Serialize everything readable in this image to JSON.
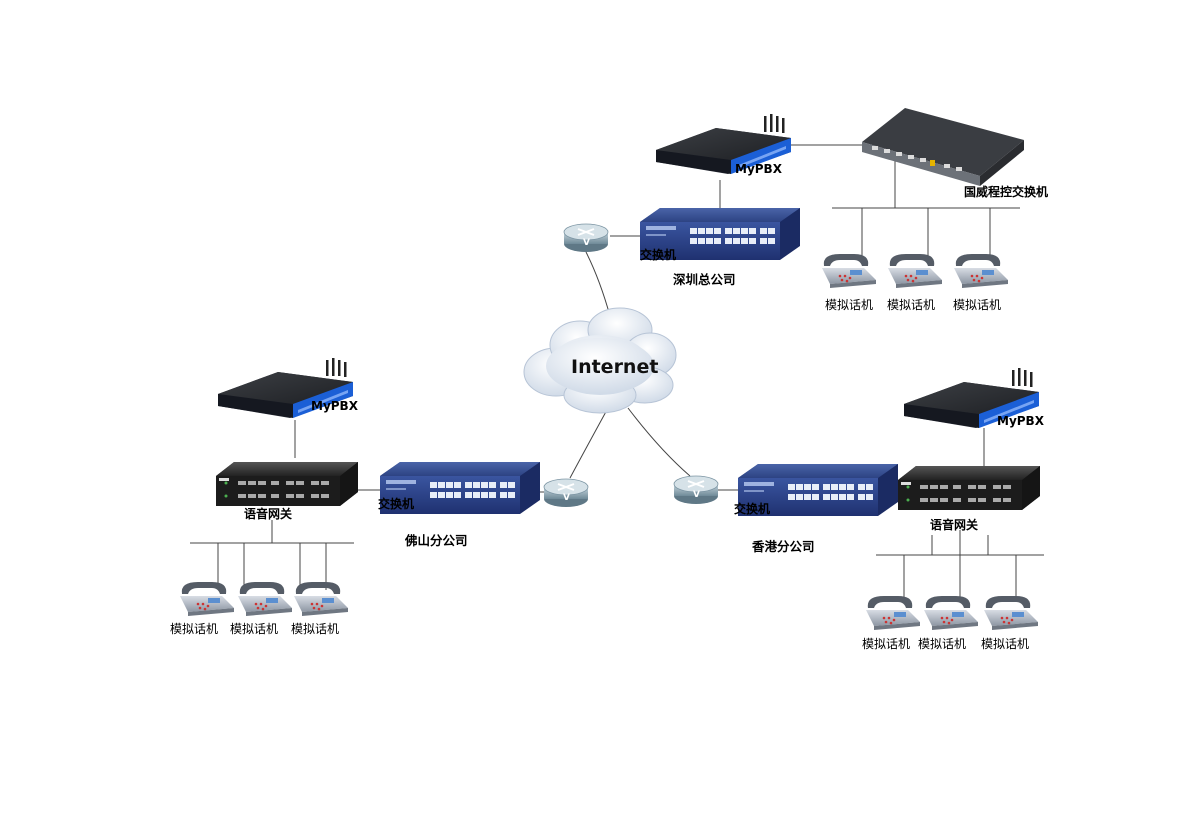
{
  "internet": {
    "label": "Internet"
  },
  "shenzhen": {
    "site_label": "深圳总公司",
    "switch_label": "交换机",
    "mypbx_label": "MyPBX",
    "pbx_label": "国威程控交换机",
    "phone_labels": [
      "模拟话机",
      "模拟话机",
      "模拟话机"
    ]
  },
  "foshan": {
    "site_label": "佛山分公司",
    "switch_label": "交换机",
    "mypbx_label": "MyPBX",
    "gateway_label": "语音网关",
    "phone_labels": [
      "模拟话机",
      "模拟话机",
      "模拟话机"
    ]
  },
  "hongkong": {
    "site_label": "香港分公司",
    "switch_label": "交换机",
    "mypbx_label": "MyPBX",
    "gateway_label": "语音网关",
    "phone_labels": [
      "模拟话机",
      "模拟话机",
      "模拟话机"
    ]
  },
  "colors": {
    "switch_blue": "#2f4b8c",
    "cloud": "#dfe6f0",
    "router": "#8fa7b5",
    "mypbx_body": "#1b1f2a",
    "mypbx_accent": "#1b5fd6",
    "line": "#555555"
  }
}
